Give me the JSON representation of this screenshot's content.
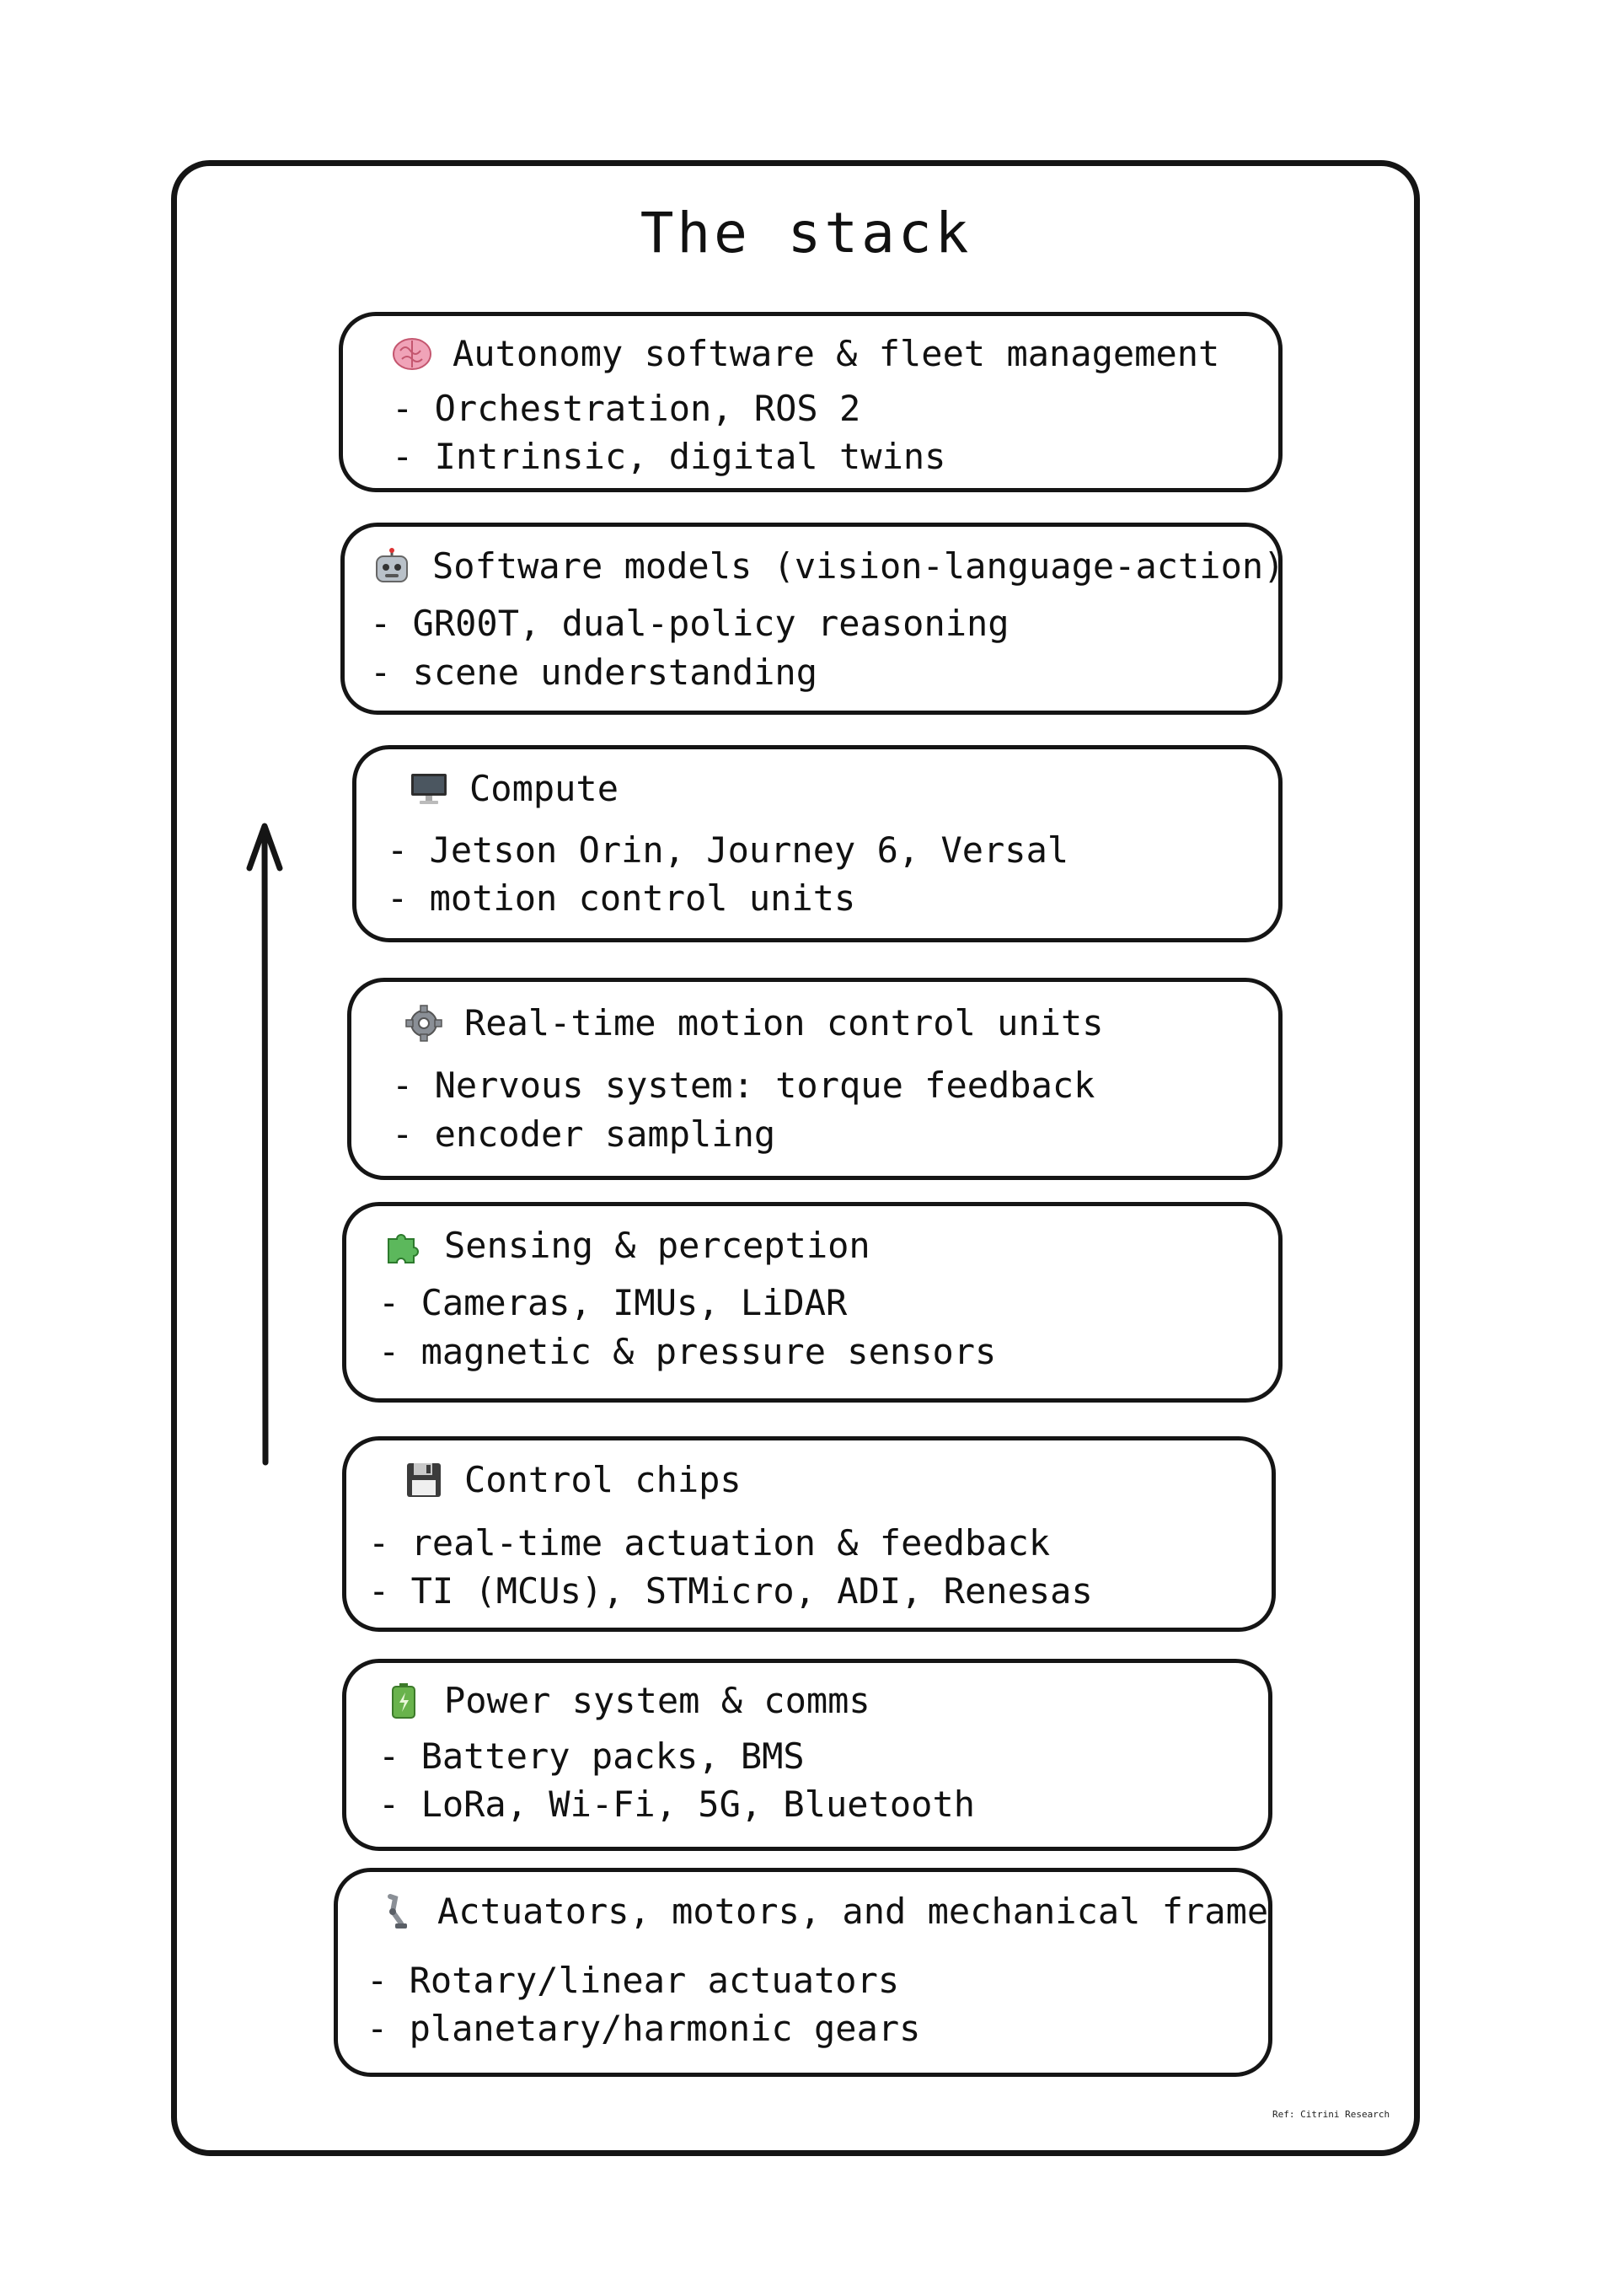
{
  "title": "The stack",
  "layers": [
    {
      "icon": "brain-icon",
      "heading": "Autonomy software & fleet management",
      "lines": [
        "- Orchestration, ROS 2",
        "- Intrinsic, digital twins"
      ]
    },
    {
      "icon": "robot-icon",
      "heading": "Software models (vision-language-action)",
      "lines": [
        "- GR00T, dual-policy reasoning",
        "- scene understanding"
      ]
    },
    {
      "icon": "computer-icon",
      "heading": "Compute",
      "lines": [
        "- Jetson Orin, Journey 6, Versal",
        "- motion control units"
      ]
    },
    {
      "icon": "gear-icon",
      "heading": "Real-time motion control units",
      "lines": [
        "- Nervous system: torque feedback",
        "- encoder sampling"
      ]
    },
    {
      "icon": "puzzle-icon",
      "heading": "Sensing & perception",
      "lines": [
        "- Cameras, IMUs, LiDAR",
        "- magnetic & pressure sensors"
      ]
    },
    {
      "icon": "floppy-disk-icon",
      "heading": "Control chips",
      "lines": [
        "- real-time actuation & feedback",
        "- TI (MCUs), STMicro, ADI, Renesas"
      ]
    },
    {
      "icon": "battery-icon",
      "heading": "Power system & comms",
      "lines": [
        "- Battery packs, BMS",
        "- LoRa, Wi-Fi, 5G, Bluetooth"
      ]
    },
    {
      "icon": "mechanical-arm-icon",
      "heading": "Actuators, motors, and mechanical frame",
      "lines": [
        "- Rotary/linear actuators",
        "- planetary/harmonic gears"
      ]
    }
  ],
  "ref": "Ref: Citrini Research"
}
